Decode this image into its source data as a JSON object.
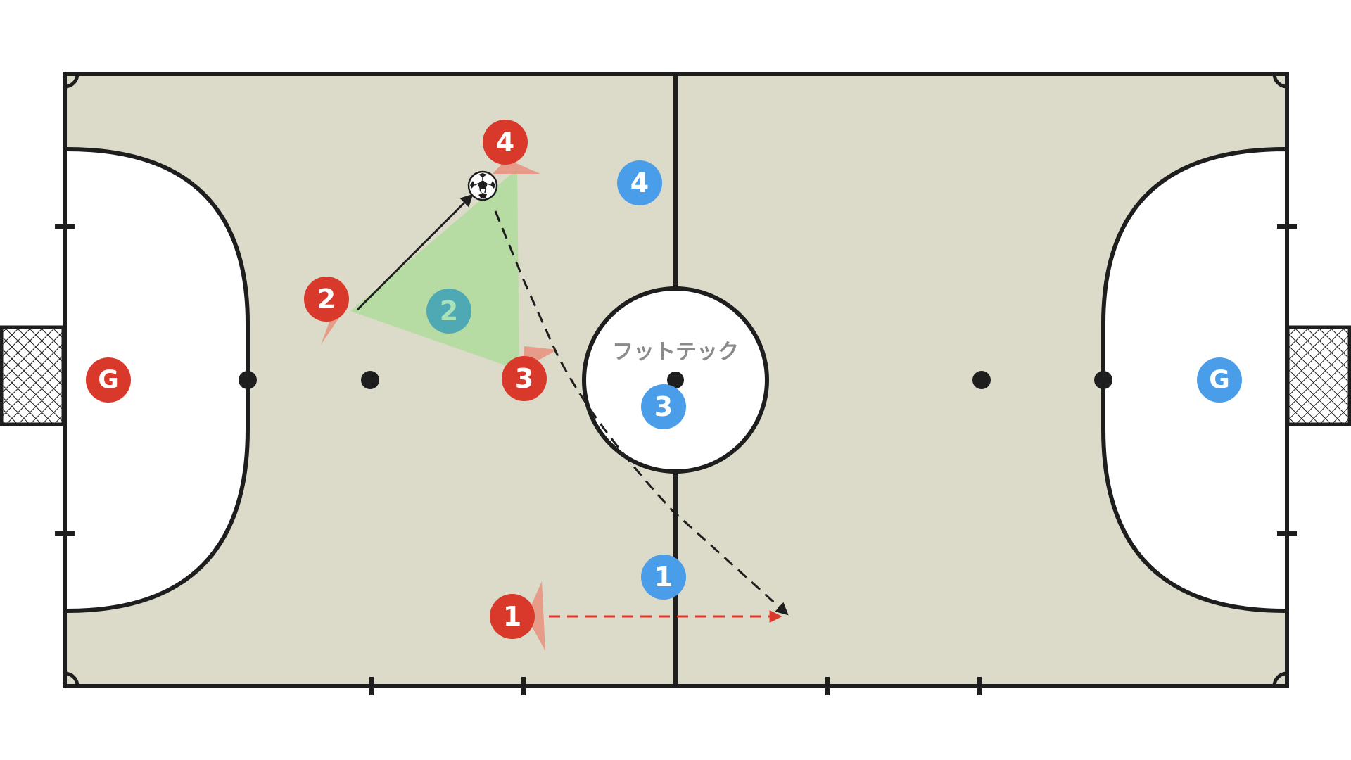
{
  "watermark": "フットテック",
  "colors": {
    "court": "#dcdac8",
    "line": "#1e1e1e",
    "team_red": "#d8392b",
    "team_blue": "#4a9de8",
    "opponent_teal": "#4fa9b4",
    "opponent_teal_text": "#a8e2b8",
    "passing_triangle": "#b3db9e",
    "vision_cone": "#e8907e"
  },
  "players": [
    {
      "id": "red-gk",
      "label": "G",
      "team": "red"
    },
    {
      "id": "red-1",
      "label": "1",
      "team": "red"
    },
    {
      "id": "red-2",
      "label": "2",
      "team": "red"
    },
    {
      "id": "red-3",
      "label": "3",
      "team": "red"
    },
    {
      "id": "red-4",
      "label": "4",
      "team": "red"
    },
    {
      "id": "blue-gk",
      "label": "G",
      "team": "blue"
    },
    {
      "id": "blue-1",
      "label": "1",
      "team": "blue"
    },
    {
      "id": "blue-2",
      "label": "2",
      "team": "teal"
    },
    {
      "id": "blue-3",
      "label": "3",
      "team": "blue"
    },
    {
      "id": "blue-4",
      "label": "4",
      "team": "blue"
    }
  ],
  "ball_icon": "soccer-ball-icon",
  "arrows": [
    {
      "name": "pass-arrow-2-to-ball",
      "style": "solid",
      "color": "black"
    },
    {
      "name": "ball-run-dashed-arrow",
      "style": "dashed",
      "color": "black"
    },
    {
      "name": "player-1-run-arrow",
      "style": "dashed",
      "color": "red"
    }
  ]
}
